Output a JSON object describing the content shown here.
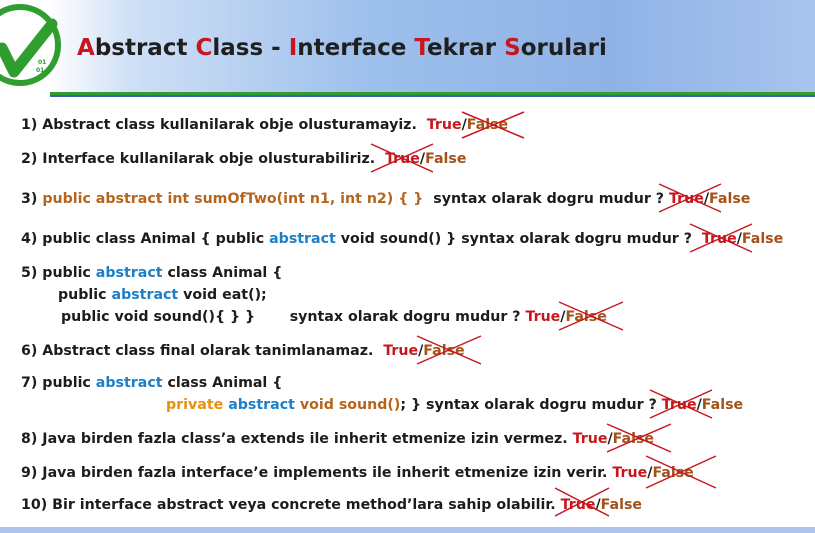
{
  "header": {
    "title_parts": [
      {
        "text": "A",
        "cap": true
      },
      {
        "text": "bstract ",
        "cap": false
      },
      {
        "text": "C",
        "cap": true
      },
      {
        "text": "lass - ",
        "cap": false
      },
      {
        "text": "I",
        "cap": true
      },
      {
        "text": "nterface ",
        "cap": false
      },
      {
        "text": "T",
        "cap": true
      },
      {
        "text": "ekrar ",
        "cap": false
      },
      {
        "text": "S",
        "cap": true
      },
      {
        "text": "orulari",
        "cap": false
      }
    ],
    "logo_text": "01\n01"
  },
  "questions": {
    "q1": {
      "text": "1) Abstract class kullanilarak obje olusturamayiz.",
      "true": "True",
      "false": "False"
    },
    "q2": {
      "text": "2) Interface kullanilarak obje olusturabiliriz.",
      "true": "True",
      "false": "False"
    },
    "q3": {
      "code": "public abstract int sumOfTwo(int n1, int n2) { }",
      "text": "syntax olarak dogru mudur ?",
      "prefix": "3)",
      "true": "True",
      "false": "False"
    },
    "q4": {
      "p1": "4) public class Animal { public ",
      "kw": "abstract",
      "p2": " void sound() } syntax olarak dogru mudur ?",
      "true": "True",
      "false": "False"
    },
    "q5": {
      "l1_p1": "5) public ",
      "l1_kw": "abstract",
      "l1_p2": " class Animal {",
      "l2_p1": "public ",
      "l2_kw": "abstract",
      "l2_p2": " void eat();",
      "l3_code": "public void sound(){ } }",
      "l3_text": "syntax olarak dogru mudur ?",
      "true": "True",
      "false": "False"
    },
    "q6": {
      "text": "6) Abstract class final olarak tanimlanamaz.",
      "true": "True",
      "false": "False"
    },
    "q7": {
      "l1_p1": "7) public ",
      "l1_kw": "abstract",
      "l1_p2": " class Animal {",
      "l2_priv": "private",
      "l2_kw": "abstract",
      "l2_void": "void sound()",
      "l2_semi": ";",
      "l2_text": " } syntax olarak dogru mudur ?",
      "true": "True",
      "false": "False"
    },
    "q8": {
      "text": "8) Java birden fazla class’a extends ile inherit etmenize izin vermez.",
      "true": "True",
      "false": "False"
    },
    "q9": {
      "text": "9) Java birden fazla interface’e implements ile inherit etmenize izin verir.",
      "true": "True",
      "false": "False"
    },
    "q10": {
      "text": "10) Bir interface abstract veya concrete method’lara sahip olabilir.",
      "true": "True",
      "false": "False"
    }
  },
  "colors": {
    "accent_red": "#c8161d",
    "answer_brown": "#a3521a",
    "keyword_blue": "#1d7fc7",
    "keyword_orange": "#e8900c",
    "rule_green": "#2f9e2f"
  }
}
